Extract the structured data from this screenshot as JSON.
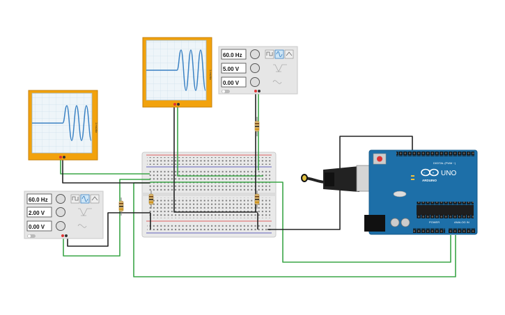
{
  "function_generators": [
    {
      "id": "fg-top",
      "frequency": "60.0 Hz",
      "amplitude": "5.00 V",
      "offset": "0.00 V"
    },
    {
      "id": "fg-left",
      "frequency": "60.0 Hz",
      "amplitude": "2.00 V",
      "offset": "0.00 V"
    }
  ],
  "oscilloscopes": [
    {
      "id": "scope-top",
      "side_label": "1 ms/div"
    },
    {
      "id": "scope-left",
      "side_label": "1 ms/div"
    }
  ],
  "arduino": {
    "brand": "ARDUINO",
    "model": "UNO",
    "digital_label": "DIGITAL (PWM ~)",
    "power_label": "POWER",
    "analog_label": "ANALOG IN"
  },
  "colors": {
    "scope_frame": "#f2a20c",
    "arduino_board": "#1d6fa8",
    "wire_green": "#3aa547",
    "wire_black": "#222222",
    "waveform": "#3b82c4",
    "breadboard": "#ececec"
  }
}
